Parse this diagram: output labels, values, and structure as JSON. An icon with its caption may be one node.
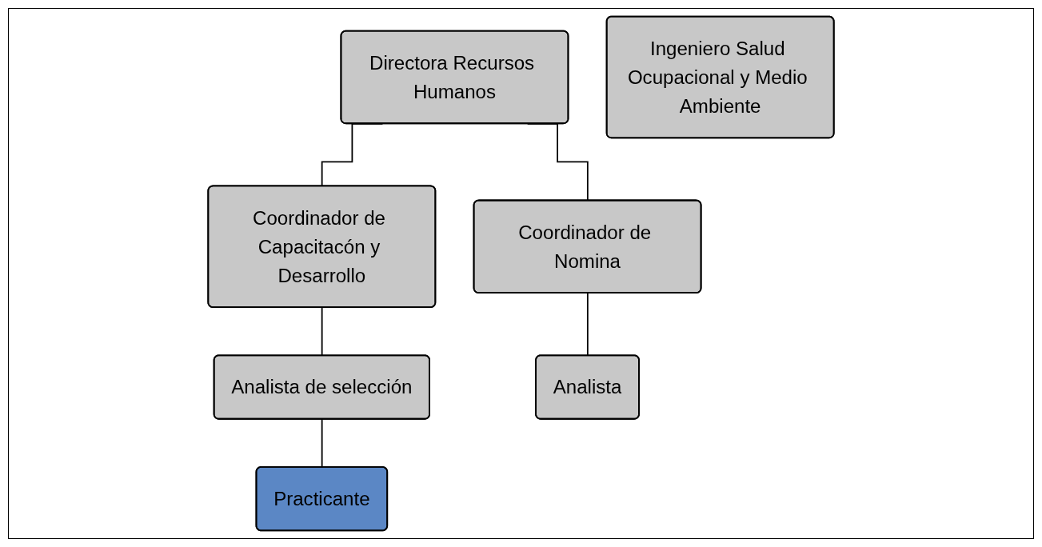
{
  "diagram": {
    "nodes": [
      {
        "text": [
          "Directora Recursos Humanos"
        ]
      },
      {
        "text": [
          "Ingeniero Salud Ocupacional y Medio Ambiente"
        ]
      },
      {
        "text": [
          "Coordinador de Nomina"
        ]
      },
      {
        "text": [
          "Coordinador de Capacitacón y Desarrollo"
        ]
      },
      {
        "text": [
          "Analista de selección"
        ]
      },
      {
        "text": [
          "Analista"
        ]
      },
      {
        "text": [
          "Practicante"
        ]
      }
    ],
    "edges": [
      {
        "from": 0,
        "to": 2,
        "arrow": "none"
      },
      {
        "from": 0,
        "to": 3,
        "arrow": "none"
      },
      {
        "from": 3,
        "to": 4,
        "arrow": "none"
      },
      {
        "from": 2,
        "to": 5,
        "arrow": "none"
      },
      {
        "from": 4,
        "to": 6,
        "arrow": "none"
      }
    ]
  }
}
